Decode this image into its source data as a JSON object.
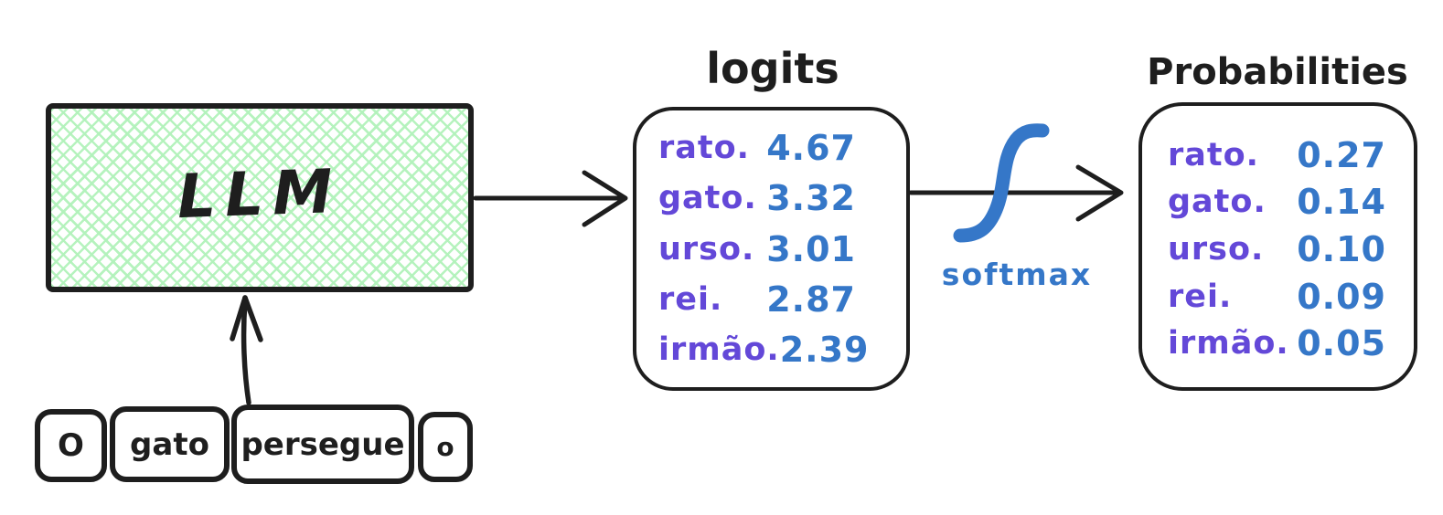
{
  "diagram": {
    "llm": {
      "label": "LLM"
    },
    "input_tokens": [
      {
        "text": "O"
      },
      {
        "text": "gato"
      },
      {
        "text": "persegue"
      },
      {
        "text": "o"
      }
    ],
    "logits": {
      "title": "logits",
      "rows": [
        {
          "word": "rato.",
          "value": "4.67"
        },
        {
          "word": "gato.",
          "value": "3.32"
        },
        {
          "word": "urso.",
          "value": "3.01"
        },
        {
          "word": "rei.",
          "value": "2.87"
        },
        {
          "word": "irmão.",
          "value": "2.39"
        }
      ]
    },
    "softmax": {
      "label": "softmax"
    },
    "probabilities": {
      "title": "Probabilities",
      "rows": [
        {
          "word": "rato.",
          "value": "0.27"
        },
        {
          "word": "gato.",
          "value": "0.14"
        },
        {
          "word": "urso.",
          "value": "0.10"
        },
        {
          "word": "rei.",
          "value": "0.09"
        },
        {
          "word": "irmão.",
          "value": "0.05"
        }
      ]
    },
    "colors": {
      "stroke": "#1e1e1e",
      "fill_green": "#b2f2bb",
      "word_purple": "#6348d8",
      "value_blue": "#3577c8"
    }
  }
}
